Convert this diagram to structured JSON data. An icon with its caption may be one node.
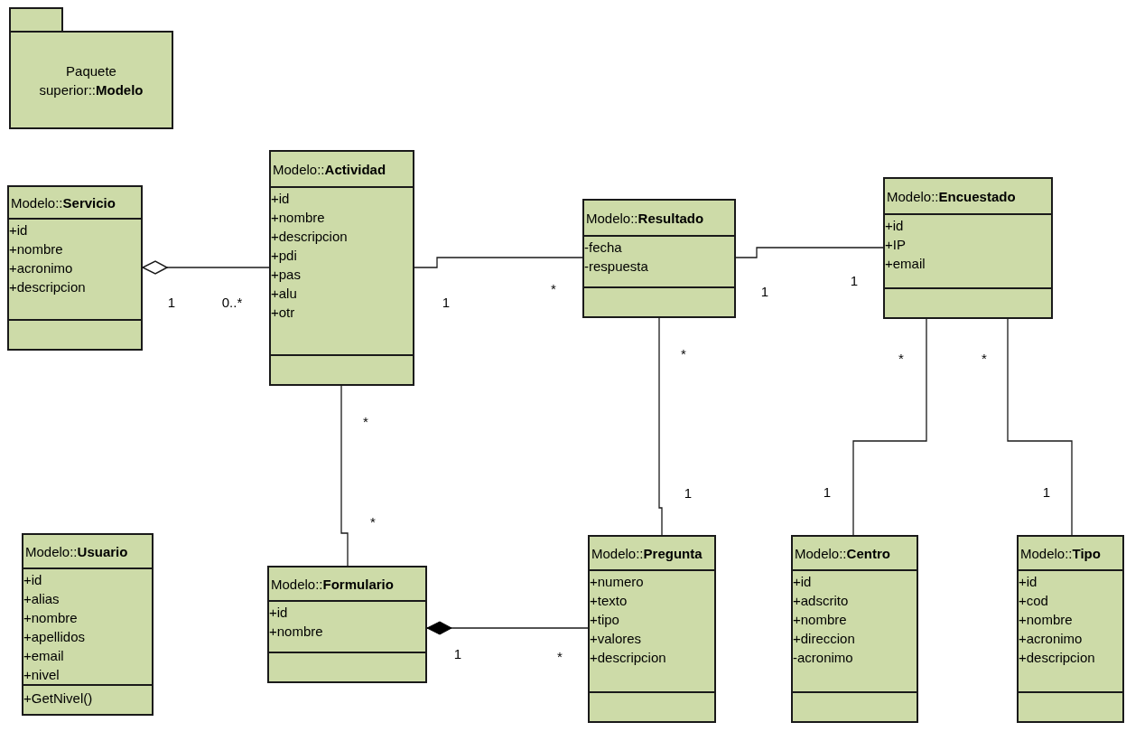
{
  "diagram": {
    "nodes": [
      {
        "text": [
          "Paquete superior::**Modelo**"
        ]
      },
      {
        "text": [
          "Modelo::**Servicio**",
          "+id",
          "+nombre",
          "+acronimo",
          "+descripcion"
        ]
      },
      {
        "text": [
          "Modelo::**Actividad**",
          "+id",
          "+nombre",
          "+descripcion",
          "+pdi",
          "+pas",
          "+alu",
          "+otr"
        ]
      },
      {
        "text": [
          "Modelo::**Resultado**",
          "-fecha",
          "-respuesta"
        ]
      },
      {
        "text": [
          "Modelo::**Encuestado**",
          "+id",
          "+IP",
          "+email"
        ]
      },
      {
        "text": [
          "Modelo::**Usuario**",
          "+id",
          "+alias",
          "+nombre",
          "+apellidos",
          "+email",
          "+nivel",
          "+GetNivel()"
        ]
      },
      {
        "text": [
          "Modelo::**Formulario**",
          "+id",
          "+nombre"
        ]
      },
      {
        "text": [
          "Modelo::**Pregunta**",
          "+numero",
          "+texto",
          "+tipo",
          "+valores",
          "+descripcion"
        ]
      },
      {
        "text": [
          "Modelo::**Centro**",
          "+id",
          "+adscrito",
          "+nombre",
          "+direccion",
          "-acronimo"
        ]
      },
      {
        "text": [
          "Modelo::**Tipo**",
          "+id",
          "+cod",
          "+nombre",
          "+acronimo",
          "+descripcion"
        ]
      }
    ],
    "edges": [
      {
        "from": 2,
        "to": 1,
        "arrow": "other"
      },
      {
        "from": 2,
        "to": 3,
        "arrow": "none"
      },
      {
        "from": 3,
        "to": 4,
        "arrow": "none"
      },
      {
        "from": 2,
        "to": 6,
        "arrow": "none"
      },
      {
        "from": 3,
        "to": 7,
        "arrow": "none"
      },
      {
        "from": 4,
        "to": 8,
        "arrow": "none"
      },
      {
        "from": 4,
        "to": 9,
        "arrow": "none"
      },
      {
        "from": 7,
        "to": 6,
        "arrow": "other"
      }
    ],
    "labels": [
      "1",
      "0..*",
      "1",
      "*",
      "1",
      "1",
      "*",
      "*",
      "*",
      "1",
      "*",
      "1",
      "*",
      "1",
      "1",
      "*"
    ]
  }
}
